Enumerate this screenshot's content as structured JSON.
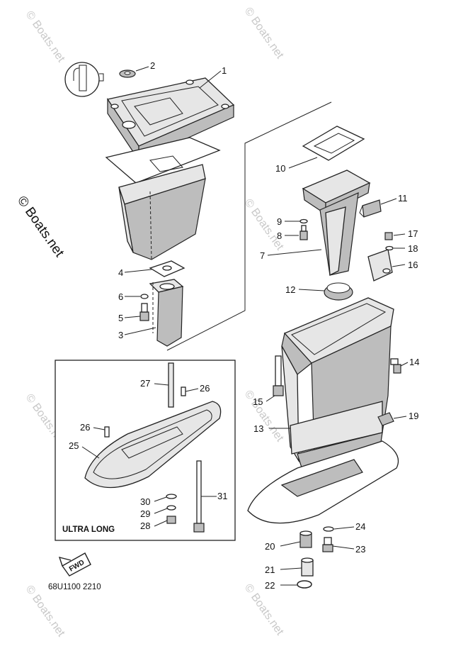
{
  "watermark": {
    "main": "© Boats.net",
    "repeat": "© Boats.net"
  },
  "callouts": [
    "1",
    "2",
    "3",
    "4",
    "5",
    "6",
    "7",
    "8",
    "9",
    "10",
    "11",
    "12",
    "13",
    "14",
    "15",
    "16",
    "17",
    "18",
    "19",
    "20",
    "21",
    "22",
    "23",
    "24",
    "25",
    "26",
    "26",
    "27",
    "28",
    "29",
    "30",
    "31"
  ],
  "inset_label": "ULTRA LONG",
  "fwd_label": "FWD",
  "diagram_code": "68U1100 2210"
}
